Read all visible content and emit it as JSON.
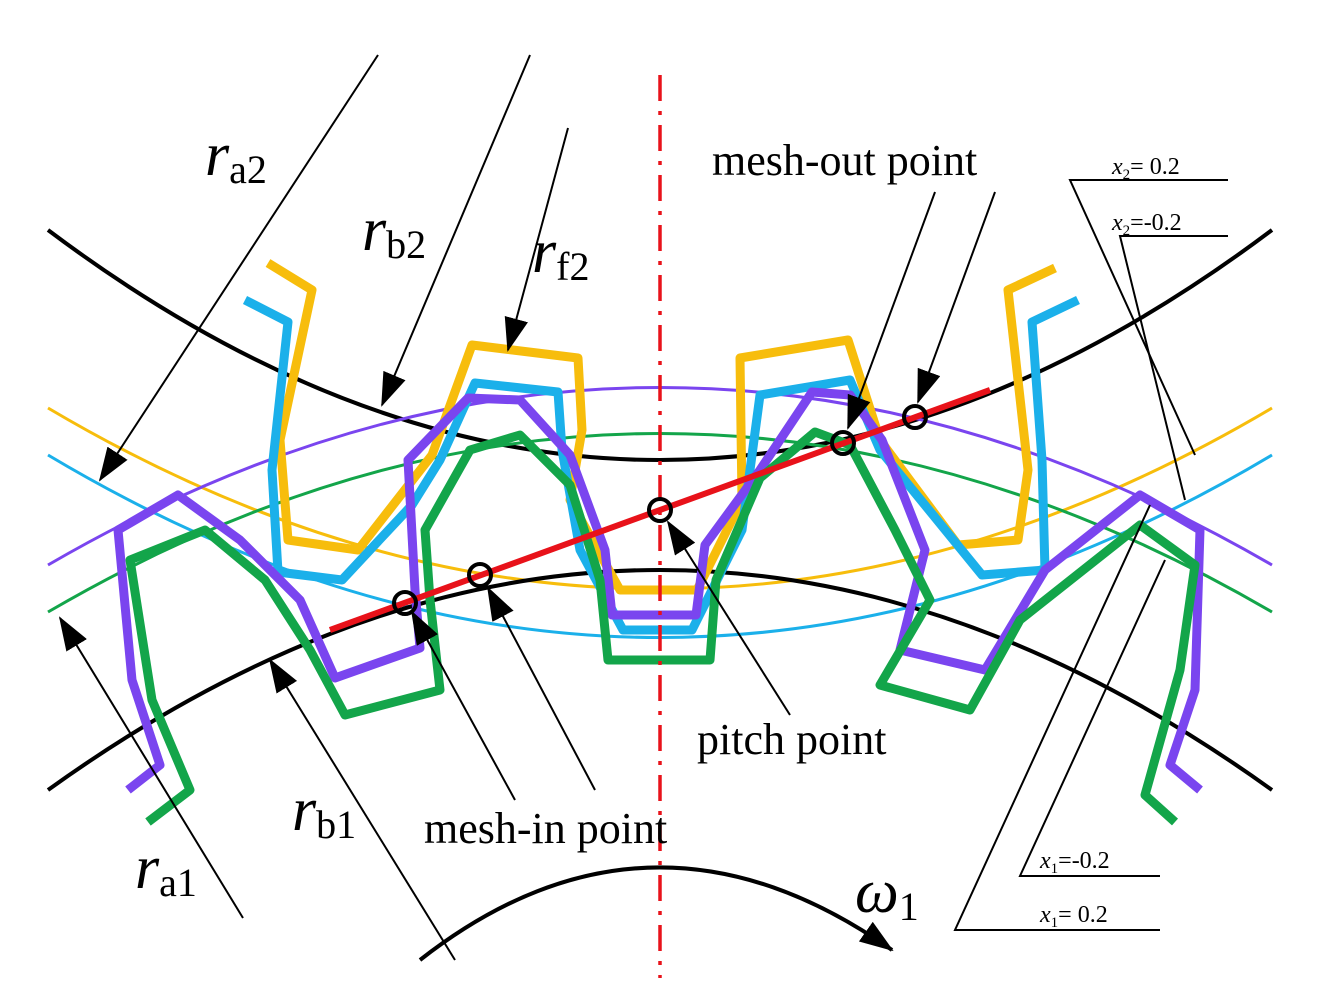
{
  "labels": {
    "ra2": {
      "main": "r",
      "sub": "a2"
    },
    "rb2": {
      "main": "r",
      "sub": "b2"
    },
    "rf2": {
      "main": "r",
      "sub": "f2"
    },
    "ra1": {
      "main": "r",
      "sub": "a1"
    },
    "rb1": {
      "main": "r",
      "sub": "b1"
    },
    "omega": {
      "main": "ω",
      "sub": "1"
    },
    "mesh_out": "mesh-out point",
    "mesh_in": "mesh-in point",
    "pitch": "pitch point"
  },
  "shift_labels": {
    "x2_pos": {
      "var": "x",
      "sub": "2",
      "rest": "= 0.2"
    },
    "x2_neg": {
      "var": "x",
      "sub": "2",
      "rest": "=-0.2"
    },
    "x1_neg": {
      "var": "x",
      "sub": "1",
      "rest": "=-0.2"
    },
    "x1_pos": {
      "var": "x",
      "sub": "1",
      "rest": "= 0.2"
    }
  },
  "colors": {
    "gear2_x_pos": "#f7bd0c",
    "gear2_x_neg": "#1bb0ea",
    "gear1_x_neg": "#7a45ef",
    "gear1_x_pos": "#13a54a",
    "line_of_action": "#e8121a",
    "center_line": "#e8121a",
    "circles": "#000000"
  }
}
